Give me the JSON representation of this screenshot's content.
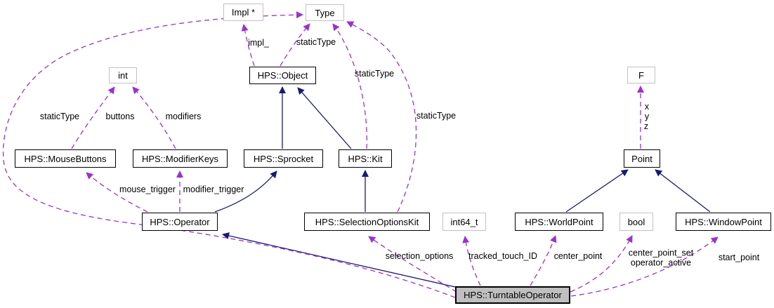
{
  "colors": {
    "inheritance_edge": "#191970",
    "usage_edge": "#9a32cd",
    "node_border": "#000000",
    "external_node_border": "#c2c2c2",
    "selected_node_fill": "#bfbfbf",
    "background": "#ffffff"
  },
  "nodes": {
    "impl_ptr": {
      "label": "Impl *"
    },
    "type": {
      "label": "Type"
    },
    "int": {
      "label": "int"
    },
    "hps_object": {
      "label": "HPS::Object"
    },
    "f": {
      "label": "F"
    },
    "mouse_buttons": {
      "label": "HPS::MouseButtons"
    },
    "modifier_keys": {
      "label": "HPS::ModifierKeys"
    },
    "sprocket": {
      "label": "HPS::Sprocket"
    },
    "kit": {
      "label": "HPS::Kit"
    },
    "point": {
      "label": "Point"
    },
    "operator": {
      "label": "HPS::Operator"
    },
    "selection_options_kit": {
      "label": "HPS::SelectionOptionsKit"
    },
    "int64_t": {
      "label": "int64_t"
    },
    "world_point": {
      "label": "HPS::WorldPoint"
    },
    "bool": {
      "label": "bool"
    },
    "window_point": {
      "label": "HPS::WindowPoint"
    },
    "turntable_operator": {
      "label": "HPS::TurntableOperator"
    }
  },
  "edge_labels": {
    "impl": "impl_",
    "static_type": "staticType",
    "buttons": "buttons",
    "modifiers": "modifiers",
    "mouse_trigger": "mouse_trigger",
    "modifier_trigger": "modifier_trigger",
    "x": "x",
    "y": "y",
    "z": "z",
    "selection_options": "selection_options",
    "tracked_touch_id": "tracked_touch_ID",
    "center_point": "center_point",
    "center_point_set": "center_point_set",
    "operator_active": "operator_active",
    "start_point": "start_point"
  }
}
